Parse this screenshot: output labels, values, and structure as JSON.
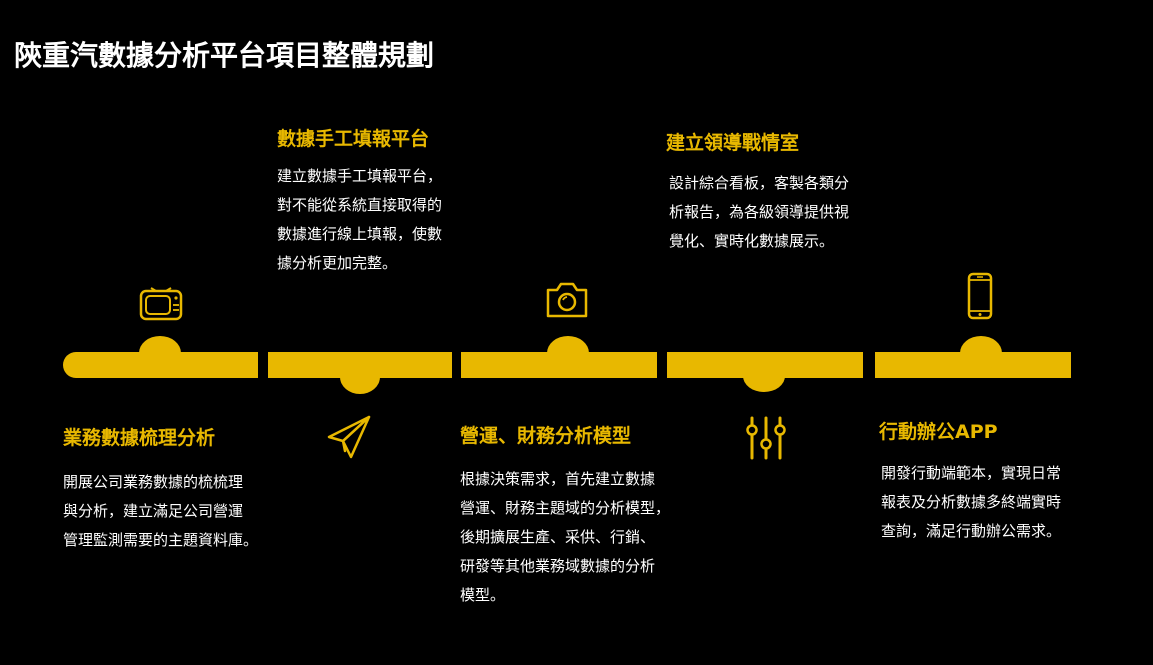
{
  "title": "陝重汽數據分析平台項目整體規劃",
  "accent_color": "#e8b800",
  "stages": [
    {
      "title": "業務數據梳理分析",
      "icon": "tv-icon",
      "lines": [
        "開展公司業務數據的梳梳理",
        "與分析，建立滿足公司營運",
        "管理監測需要的主題資料庫。"
      ]
    },
    {
      "title": "數據手工填報平台",
      "icon": "paper-plane-icon",
      "lines": [
        "建立數據手工填報平台，",
        "對不能從系統直接取得的",
        "數據進行線上填報，使數",
        "據分析更加完整。"
      ]
    },
    {
      "title": "營運、財務分析模型",
      "icon": "camera-icon",
      "lines": [
        "根據決策需求，首先建立數據",
        "營運、財務主題域的分析模型，",
        "後期擴展生產、采供、行銷、",
        "研發等其他業務域數據的分析",
        "模型。"
      ]
    },
    {
      "title": "建立領導戰情室",
      "icon": "sliders-icon",
      "lines": [
        "設計綜合看板，客製各類分",
        "析報告，為各級領導提供視",
        "覺化、實時化數據展示。"
      ]
    },
    {
      "title": "行動辦公APP",
      "icon": "mobile-phone-icon",
      "lines": [
        "開發行動端範本，實現日常",
        "報表及分析數據多終端實時",
        "查詢，滿足行動辦公需求。"
      ]
    }
  ]
}
